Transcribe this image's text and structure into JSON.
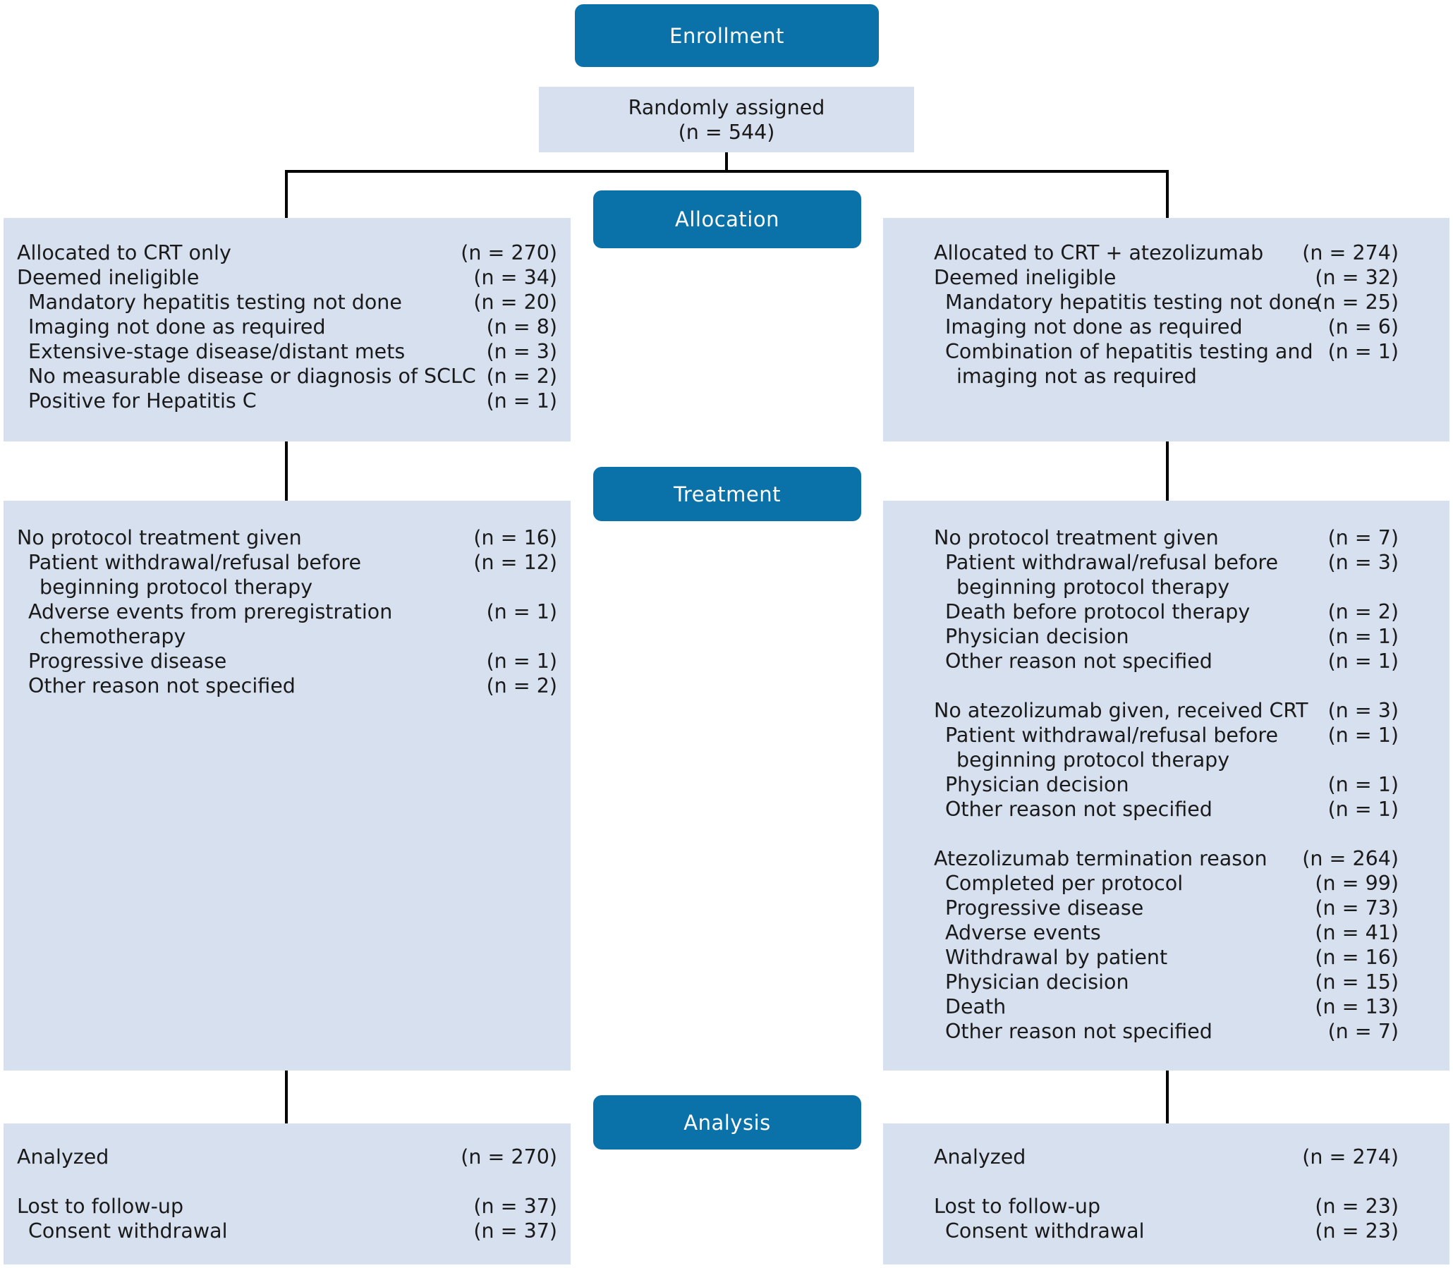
{
  "stages": {
    "enrollment": "Enrollment",
    "allocation": "Allocation",
    "treatment": "Treatment",
    "analysis": "Analysis"
  },
  "randomization": {
    "label": "Randomly assigned",
    "n": "(n = 544)"
  },
  "allocation": {
    "left": [
      {
        "label": "Allocated to CRT only",
        "value": "(n = 270)",
        "indent": 0
      },
      {
        "label": "Deemed ineligible",
        "value": "(n = 34)",
        "indent": 0
      },
      {
        "label": "Mandatory hepatitis testing not done",
        "value": "(n = 20)",
        "indent": 1
      },
      {
        "label": "Imaging not done as required",
        "value": "(n = 8)",
        "indent": 1
      },
      {
        "label": "Extensive-stage disease/distant mets",
        "value": "(n = 3)",
        "indent": 1
      },
      {
        "label": "No measurable disease or diagnosis of SCLC",
        "value": "(n = 2)",
        "indent": 1
      },
      {
        "label": "Positive for Hepatitis C",
        "value": "(n = 1)",
        "indent": 1
      }
    ],
    "right": [
      {
        "label": "Allocated to CRT + atezolizumab",
        "value": "(n = 274)",
        "indent": 0
      },
      {
        "label": "Deemed ineligible",
        "value": "(n = 32)",
        "indent": 0
      },
      {
        "label": "Mandatory hepatitis testing not done",
        "value": "(n = 25)",
        "indent": 1
      },
      {
        "label": "Imaging not done as required",
        "value": "(n = 6)",
        "indent": 1
      },
      {
        "label": "Combination of hepatitis testing and",
        "value": "(n = 1)",
        "indent": 1
      },
      {
        "label": "imaging not as required",
        "value": "",
        "indent": 2
      }
    ]
  },
  "treatment": {
    "left": [
      {
        "label": "No protocol treatment given",
        "value": "(n = 16)",
        "indent": 0
      },
      {
        "label": "Patient withdrawal/refusal before",
        "value": "(n = 12)",
        "indent": 1
      },
      {
        "label": "beginning protocol therapy",
        "value": "",
        "indent": 2
      },
      {
        "label": "Adverse events from preregistration",
        "value": "(n = 1)",
        "indent": 1
      },
      {
        "label": "chemotherapy",
        "value": "",
        "indent": 2
      },
      {
        "label": "Progressive disease",
        "value": "(n = 1)",
        "indent": 1
      },
      {
        "label": "Other reason not specified",
        "value": "(n = 2)",
        "indent": 1
      }
    ],
    "right": [
      {
        "label": "No protocol treatment given",
        "value": "(n = 7)",
        "indent": 0
      },
      {
        "label": "Patient withdrawal/refusal before",
        "value": "(n = 3)",
        "indent": 1
      },
      {
        "label": "beginning protocol therapy",
        "value": "",
        "indent": 2
      },
      {
        "label": "Death before protocol therapy",
        "value": "(n = 2)",
        "indent": 1
      },
      {
        "label": "Physician decision",
        "value": "(n = 1)",
        "indent": 1
      },
      {
        "label": "Other reason not specified",
        "value": "(n = 1)",
        "indent": 1
      },
      {
        "label": "",
        "value": "",
        "indent": 0
      },
      {
        "label": "No atezolizumab given, received CRT",
        "value": "(n = 3)",
        "indent": 0
      },
      {
        "label": "Patient withdrawal/refusal before",
        "value": "(n = 1)",
        "indent": 1
      },
      {
        "label": "beginning protocol therapy",
        "value": "",
        "indent": 2
      },
      {
        "label": "Physician decision",
        "value": "(n = 1)",
        "indent": 1
      },
      {
        "label": "Other reason not specified",
        "value": "(n = 1)",
        "indent": 1
      },
      {
        "label": "",
        "value": "",
        "indent": 0
      },
      {
        "label": "Atezolizumab termination reason",
        "value": "(n = 264)",
        "indent": 0
      },
      {
        "label": "Completed per protocol",
        "value": "(n = 99)",
        "indent": 1
      },
      {
        "label": "Progressive disease",
        "value": "(n = 73)",
        "indent": 1
      },
      {
        "label": "Adverse events",
        "value": "(n = 41)",
        "indent": 1
      },
      {
        "label": "Withdrawal by patient",
        "value": "(n = 16)",
        "indent": 1
      },
      {
        "label": "Physician decision",
        "value": "(n = 15)",
        "indent": 1
      },
      {
        "label": "Death",
        "value": "(n = 13)",
        "indent": 1
      },
      {
        "label": "Other reason not specified",
        "value": "(n = 7)",
        "indent": 1
      }
    ]
  },
  "analysis": {
    "left": [
      {
        "label": "Analyzed",
        "value": "(n = 270)",
        "indent": 0
      },
      {
        "label": "",
        "value": "",
        "indent": 0
      },
      {
        "label": "Lost to follow-up",
        "value": "(n = 37)",
        "indent": 0
      },
      {
        "label": "Consent withdrawal",
        "value": "(n = 37)",
        "indent": 1
      }
    ],
    "right": [
      {
        "label": "Analyzed",
        "value": "(n = 274)",
        "indent": 0
      },
      {
        "label": "",
        "value": "",
        "indent": 0
      },
      {
        "label": "Lost to follow-up",
        "value": "(n = 23)",
        "indent": 0
      },
      {
        "label": "Consent withdrawal",
        "value": "(n = 23)",
        "indent": 1
      }
    ]
  }
}
